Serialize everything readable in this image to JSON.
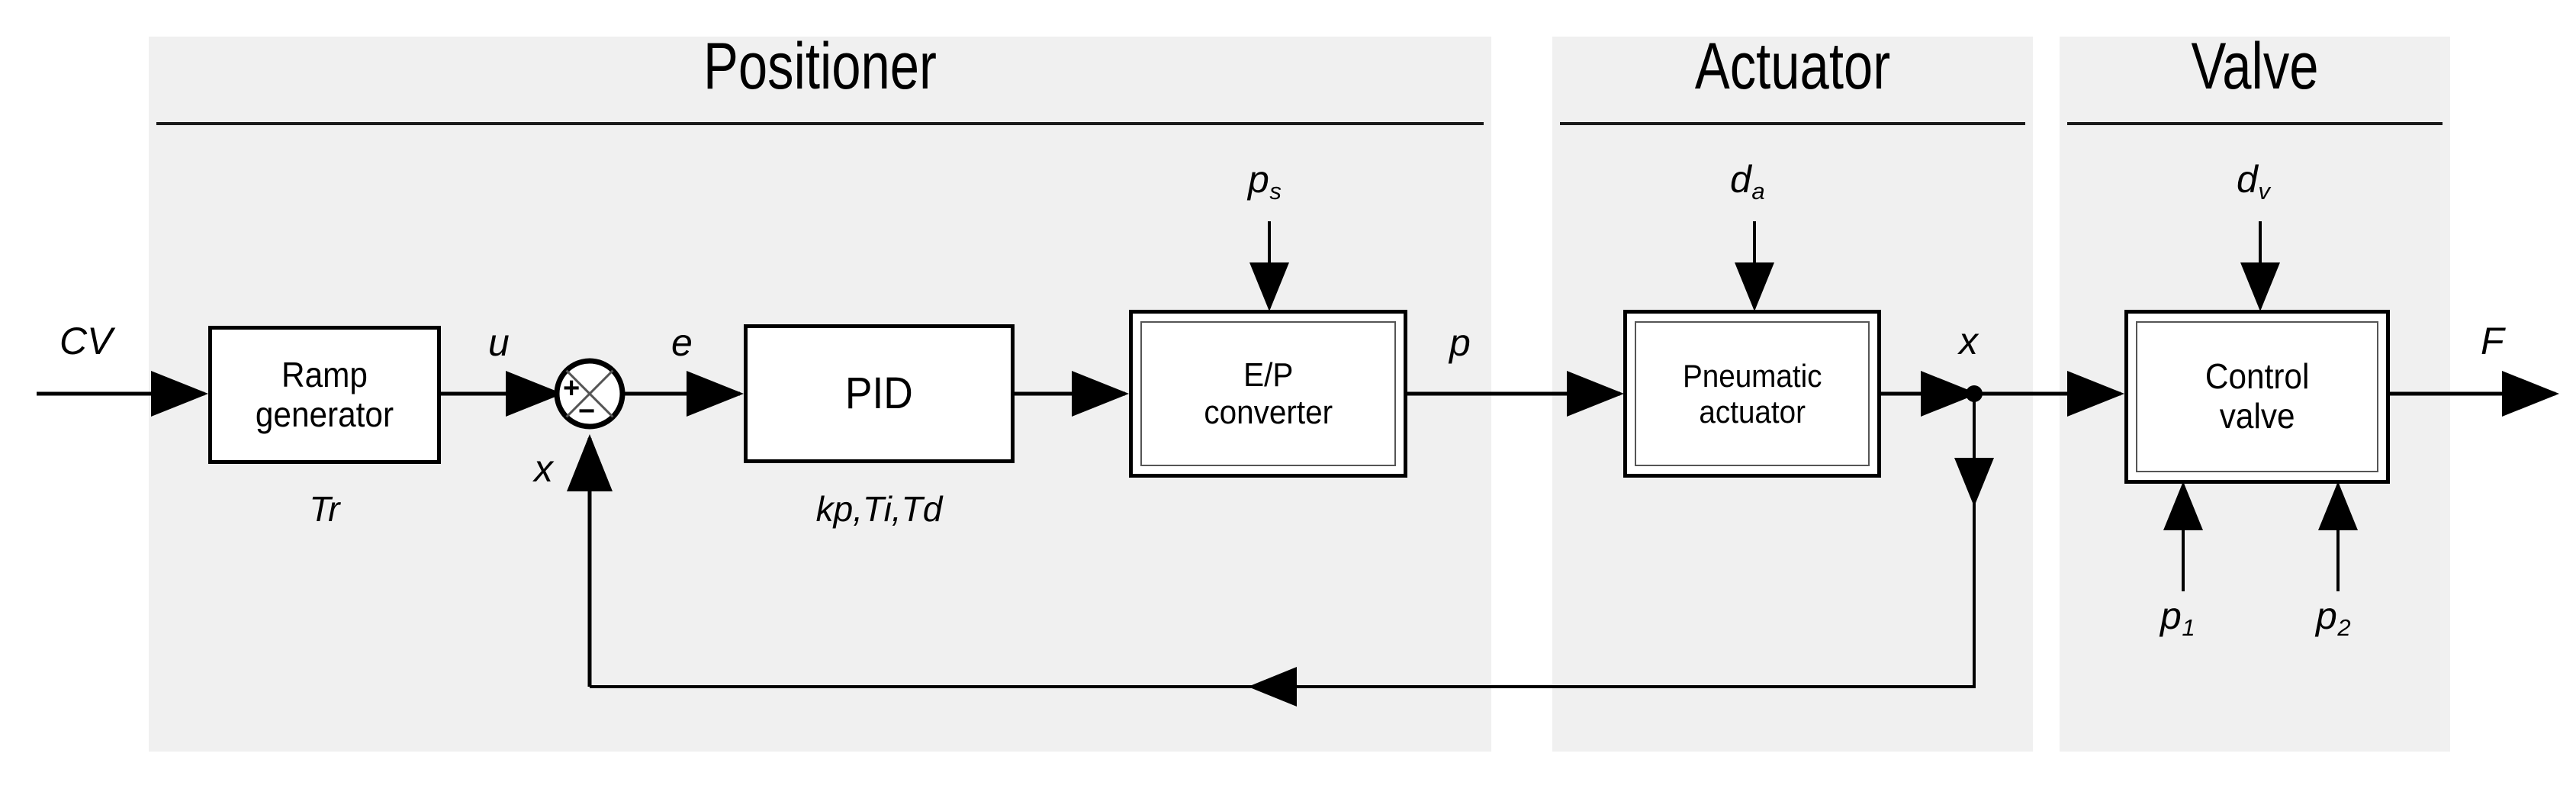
{
  "diagram": {
    "title": "Valve positioner control loop block diagram",
    "background": "#ffffff",
    "panel_fill": "#f0f0f0",
    "line_color": "#000000"
  },
  "panels": [
    {
      "id": "positioner",
      "title": "Positioner"
    },
    {
      "id": "actuator",
      "title": "Actuator"
    },
    {
      "id": "valve",
      "title": "Valve"
    }
  ],
  "blocks": [
    {
      "id": "ramp",
      "label": "Ramp\ngenerator",
      "param": "Tr"
    },
    {
      "id": "pid",
      "label": "PID",
      "param": "kp,Ti,Td"
    },
    {
      "id": "ep",
      "label": "E/P\nconverter",
      "param": ""
    },
    {
      "id": "actuator",
      "label": "Pneumatic\nactuator",
      "param": ""
    },
    {
      "id": "valve",
      "label": "Control\nvalve",
      "param": ""
    }
  ],
  "signals": {
    "input": "CV",
    "ramp_out": "u",
    "feedback_into_sum": "x",
    "error": "e",
    "ep_out": "p",
    "supply_pressure": {
      "base": "p",
      "sub": "s"
    },
    "actuator_disturbance": {
      "base": "d",
      "sub": "a"
    },
    "valve_disturbance": {
      "base": "d",
      "sub": "v"
    },
    "stem_position": "x",
    "upstream_pressure": {
      "base": "p",
      "sub": "1"
    },
    "downstream_pressure": {
      "base": "p",
      "sub": "2"
    },
    "output": "F"
  },
  "summing_junction": {
    "plus": "+",
    "minus": "−"
  }
}
